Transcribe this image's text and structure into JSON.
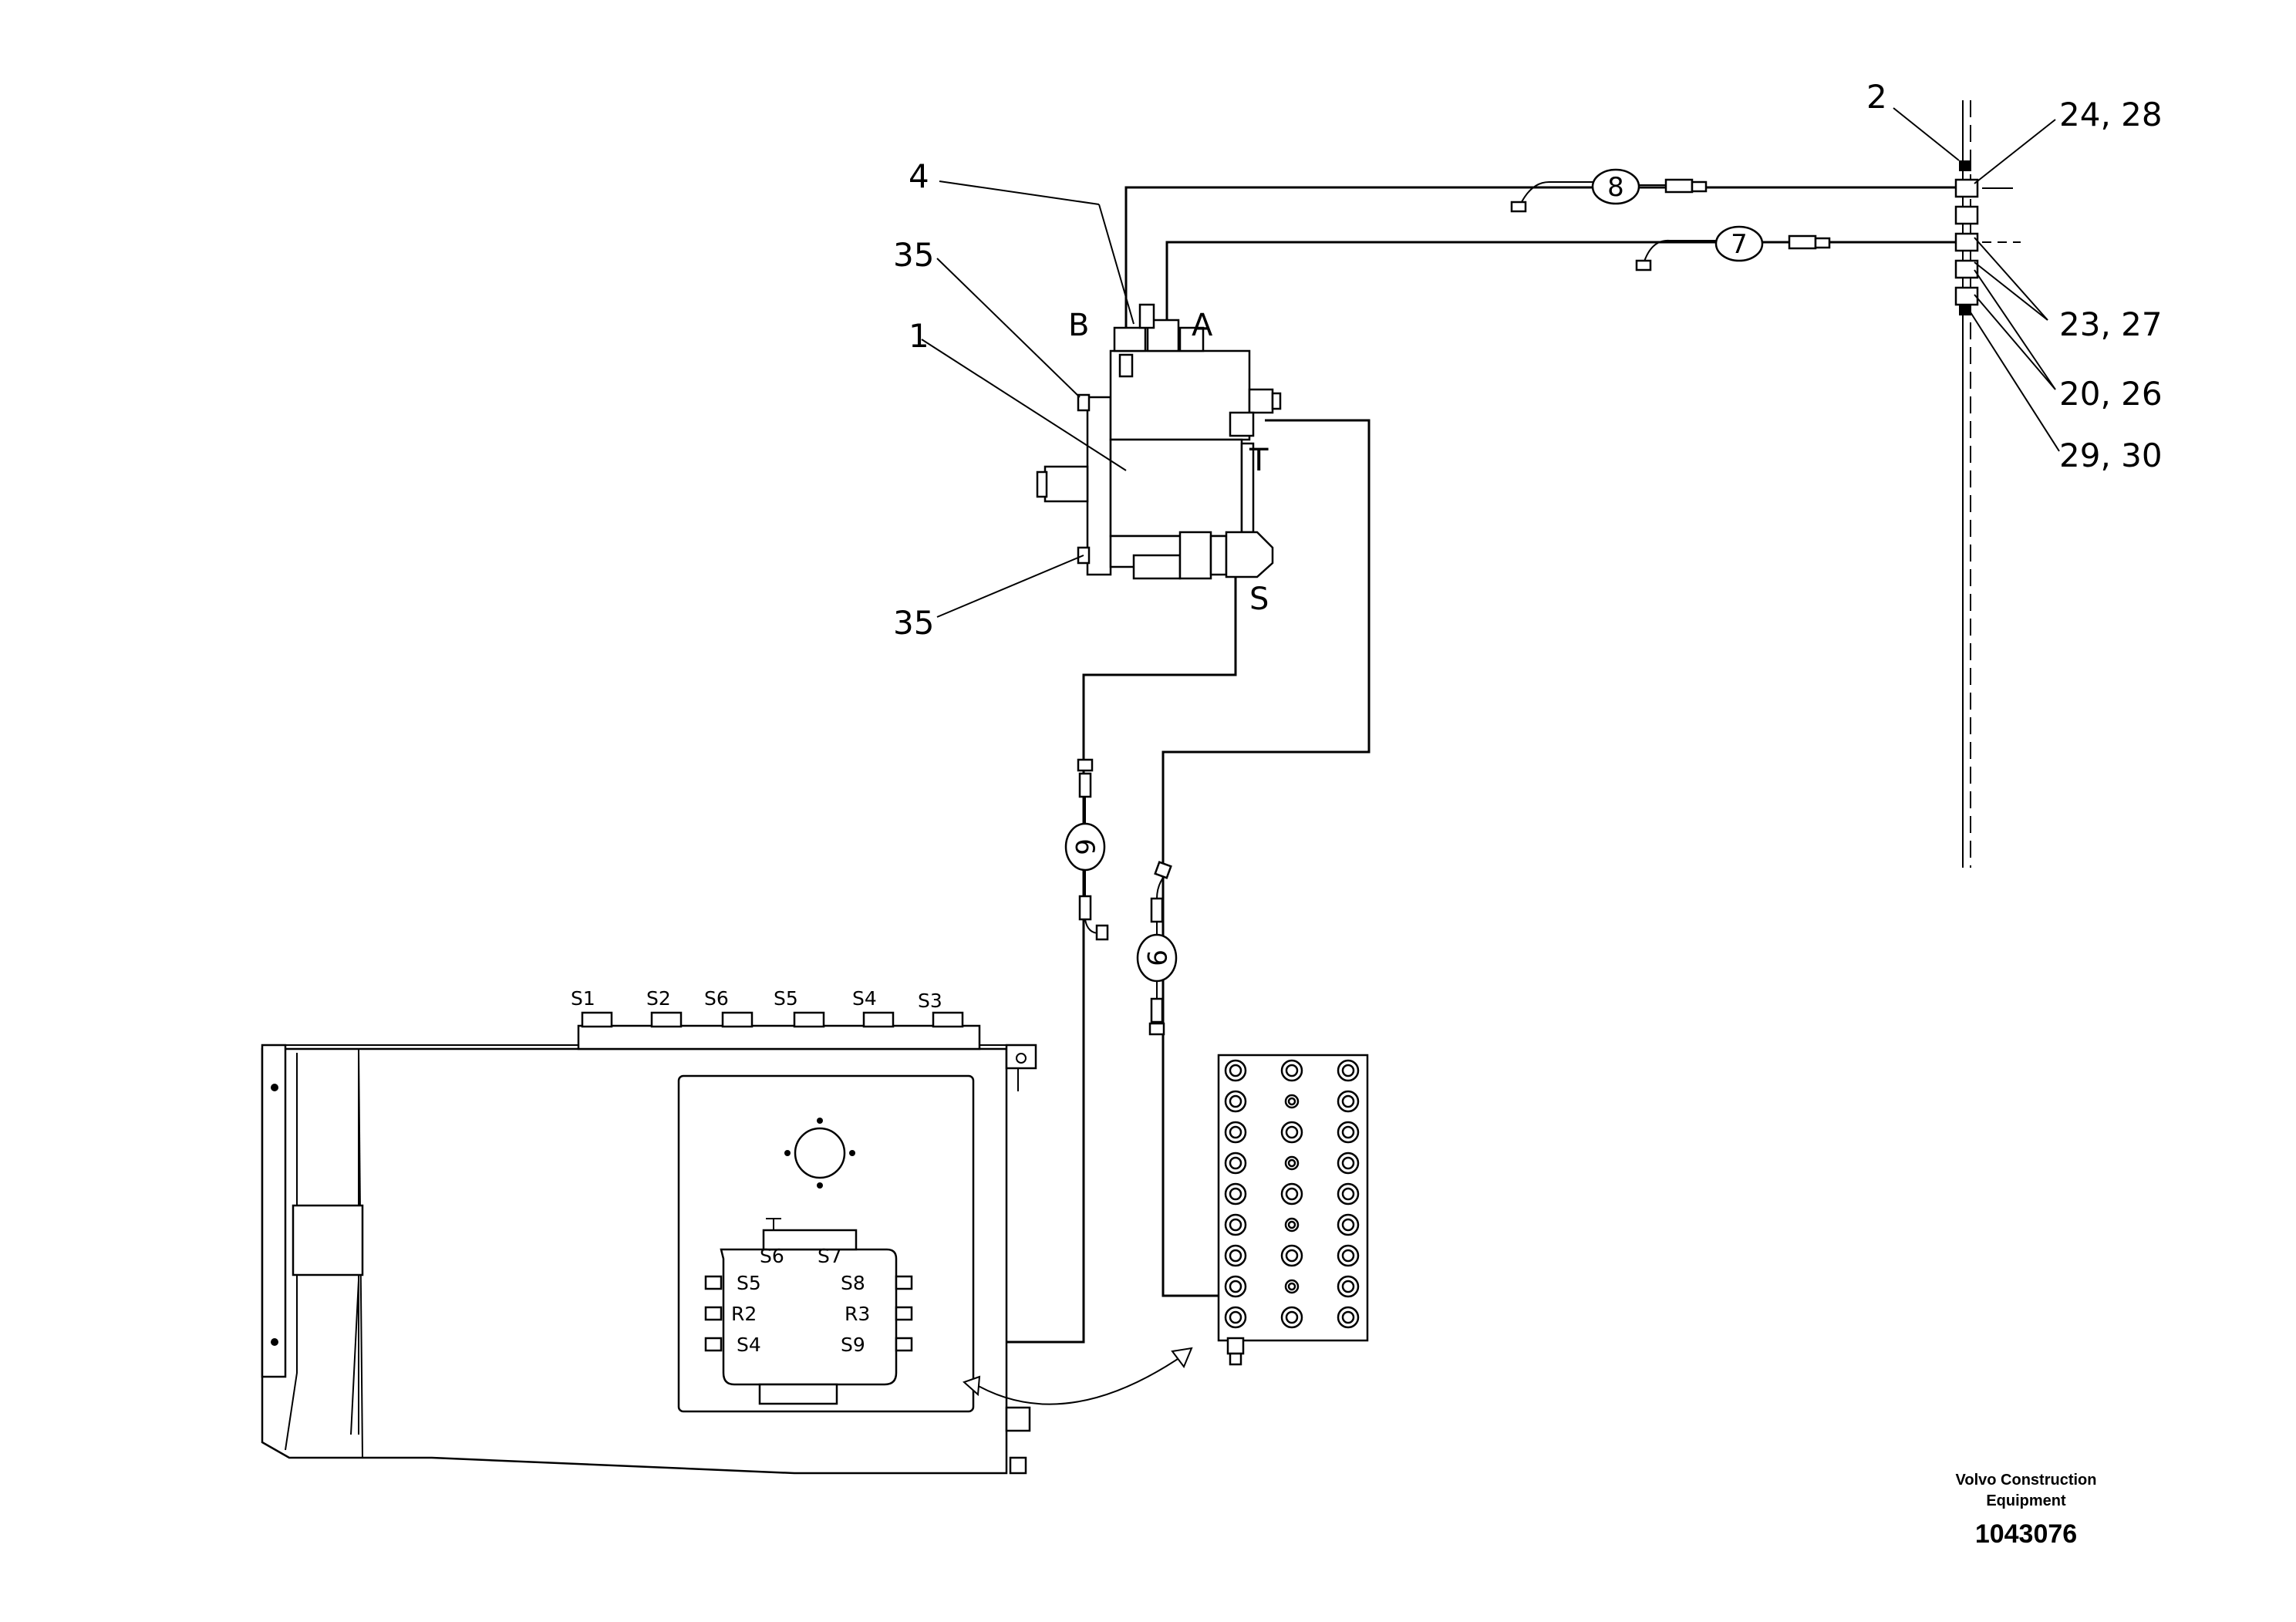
{
  "callouts": {
    "c2": "2",
    "c24_28": "24, 28",
    "c4": "4",
    "c35_top": "35",
    "c1": "1",
    "c35_bottom": "35",
    "c23_27": "23, 27",
    "c20_26": "20, 26",
    "c29_30": "29, 30"
  },
  "ports": {
    "b": "B",
    "a": "A",
    "t": "T",
    "s": "S"
  },
  "hoses": {
    "h6": "6",
    "h7": "7",
    "h8": "8",
    "h9": "9"
  },
  "top_ports": {
    "s1": "S1",
    "s2": "S2",
    "s6": "S6",
    "s5": "S5",
    "s4": "S4",
    "s3": "S3"
  },
  "valve_ports": {
    "s6": "S6",
    "s7": "S7",
    "s5": "S5",
    "s8": "S8",
    "r2": "R2",
    "r3": "R3",
    "s4": "S4",
    "s9": "S9"
  },
  "footer": {
    "brand_line1": "Volvo Construction",
    "brand_line2": "Equipment",
    "doc_number": "1043076"
  }
}
